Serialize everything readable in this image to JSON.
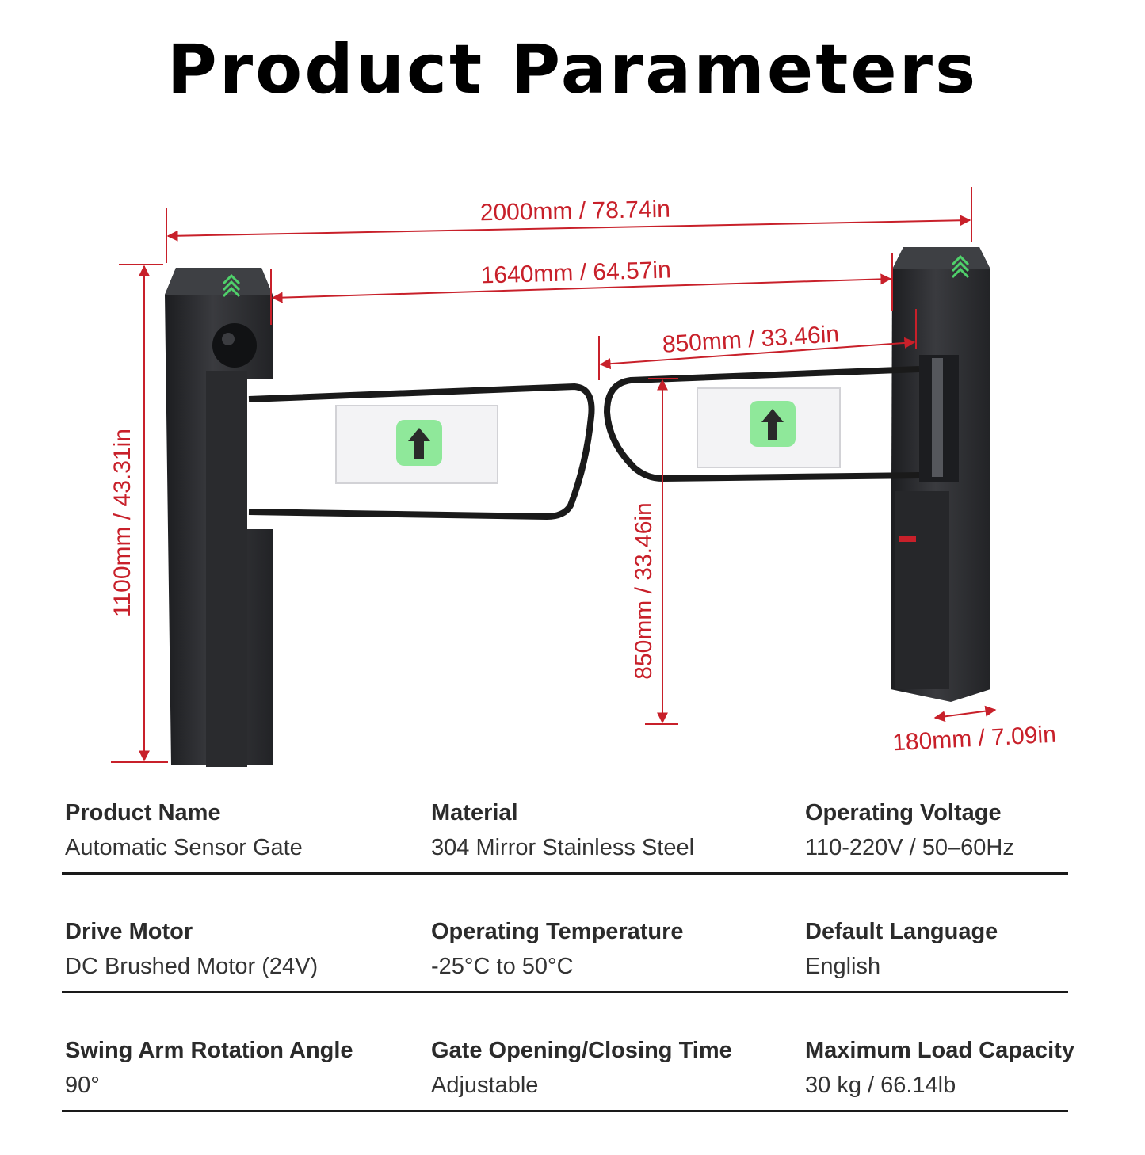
{
  "title": "Product Parameters",
  "dimensions": {
    "total_width": "2000mm / 78.74in",
    "passage_width": "1640mm / 64.57in",
    "arm_length": "850mm / 33.46in",
    "post_height": "1100mm / 43.31in",
    "arm_height": "850mm / 33.46in",
    "post_width": "180mm / 7.09in"
  },
  "colors": {
    "dimension_red": "#c8202a",
    "post_dark": "#2c2d30",
    "arrow_green": "#8fe89a"
  },
  "specs": [
    [
      {
        "label": "Product Name",
        "value": "Automatic Sensor Gate"
      },
      {
        "label": "Material",
        "value": "304 Mirror Stainless Steel"
      },
      {
        "label": "Operating Voltage",
        "value": "110-220V / 50–60Hz"
      }
    ],
    [
      {
        "label": "Drive Motor",
        "value": "DC Brushed Motor (24V)"
      },
      {
        "label": "Operating Temperature",
        "value": "-25°C to 50°C"
      },
      {
        "label": "Default Language",
        "value": "English"
      }
    ],
    [
      {
        "label": "Swing Arm Rotation Angle",
        "value": "90°"
      },
      {
        "label": "Gate Opening/Closing Time",
        "value": "Adjustable"
      },
      {
        "label": "Maximum Load Capacity",
        "value": "30 kg / 66.14lb"
      }
    ]
  ]
}
